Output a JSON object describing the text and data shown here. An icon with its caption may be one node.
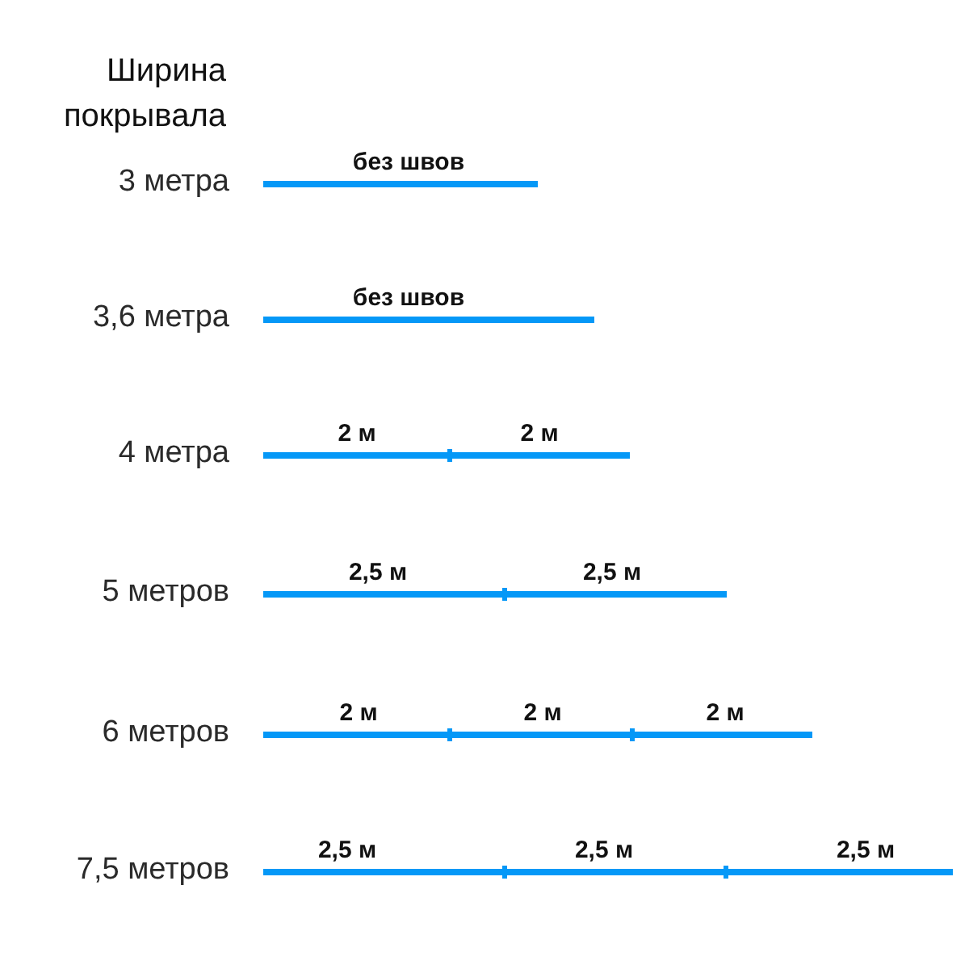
{
  "diagram": {
    "title": "Ширина покрывала",
    "nodes": [
      {
        "text": [],
        "shape": "bar",
        "beside": [
          "3 метра",
          "без швов"
        ]
      },
      {
        "text": [],
        "shape": "bar",
        "beside": [
          "3,6 метра",
          "без швов"
        ]
      },
      {
        "text": [],
        "shape": "bar",
        "beside": [
          "4 метра",
          "2 м",
          "2 м"
        ]
      },
      {
        "text": [],
        "shape": "bar",
        "beside": [
          "5 метров",
          "2,5 м",
          "2,5 м"
        ]
      },
      {
        "text": [],
        "shape": "bar",
        "beside": [
          "6 метров",
          "2 м",
          "2 м",
          "2 м"
        ]
      },
      {
        "text": [],
        "shape": "bar",
        "beside": [
          "7,5 метров",
          "2,5 м",
          "2,5 м",
          "2,5 м"
        ]
      }
    ]
  }
}
